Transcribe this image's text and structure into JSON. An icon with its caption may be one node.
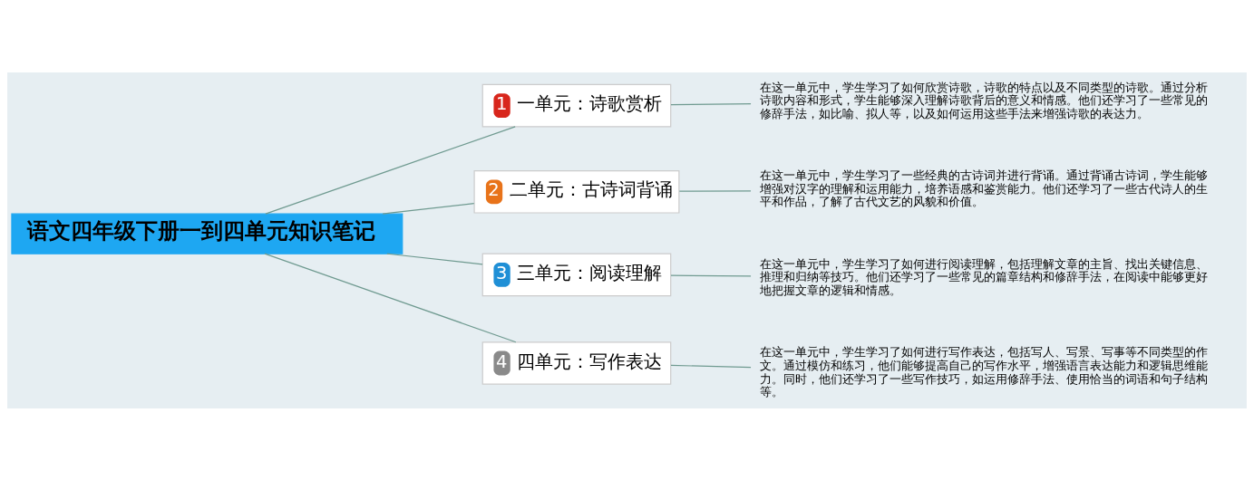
{
  "diagram": {
    "nodes": [
      {
        "text": [
          "语文四年级下册一到四单元知识笔记"
        ]
      },
      {
        "text": [
          "1",
          "一单元：诗歌赏析"
        ]
      },
      {
        "text": [
          "在这一单元中，学生学习了如何欣赏诗歌，诗歌的特点以及不同类型的诗歌。通过分析诗歌内容和形式，学生能够深入理解诗歌背后的意义和情感。他们还学习了一些常见的修辞手法，如比喻、拟人等，以及如何运用这些手法来增强诗歌的表达力。"
        ]
      },
      {
        "text": [
          "2",
          "二单元：古诗词背诵"
        ]
      },
      {
        "text": [
          "在这一单元中，学生学习了一些经典的古诗词并进行背诵。通过背诵古诗词，学生能够增强对汉字的理解和运用能力，培养语感和鉴赏能力。他们还学习了一些古代诗人的生平和作品，了解了古代文艺的风貌和价值。"
        ]
      },
      {
        "text": [
          "3",
          "三单元：阅读理解"
        ]
      },
      {
        "text": [
          "在这一单元中，学生学习了如何进行阅读理解，包括理解文章的主旨、找出关键信息、推理和归纳等技巧。他们还学习了一些常见的篇章结构和修辞手法，在阅读中能够更好地把握文章的逻辑和情感。"
        ]
      },
      {
        "text": [
          "4",
          "四单元：写作表达"
        ]
      },
      {
        "text": [
          "在这一单元中，学生学习了如何进行写作表达，包括写人、写景、写事等不同类型的作文。通过模仿和练习，他们能够提高自己的写作水平，增强语言表达能力和逻辑思维能力。同时，他们还学习了一些写作技巧，如运用修辞手法、使用恰当的词语和句子结构等。"
        ]
      }
    ],
    "edges": [
      {
        "from": 0,
        "to": 1,
        "arrow": "none"
      },
      {
        "from": 1,
        "to": 2,
        "arrow": "none"
      },
      {
        "from": 0,
        "to": 3,
        "arrow": "none"
      },
      {
        "from": 3,
        "to": 4,
        "arrow": "none"
      },
      {
        "from": 0,
        "to": 5,
        "arrow": "none"
      },
      {
        "from": 5,
        "to": 6,
        "arrow": "none"
      },
      {
        "from": 0,
        "to": 7,
        "arrow": "none"
      },
      {
        "from": 7,
        "to": 8,
        "arrow": "none"
      }
    ]
  }
}
